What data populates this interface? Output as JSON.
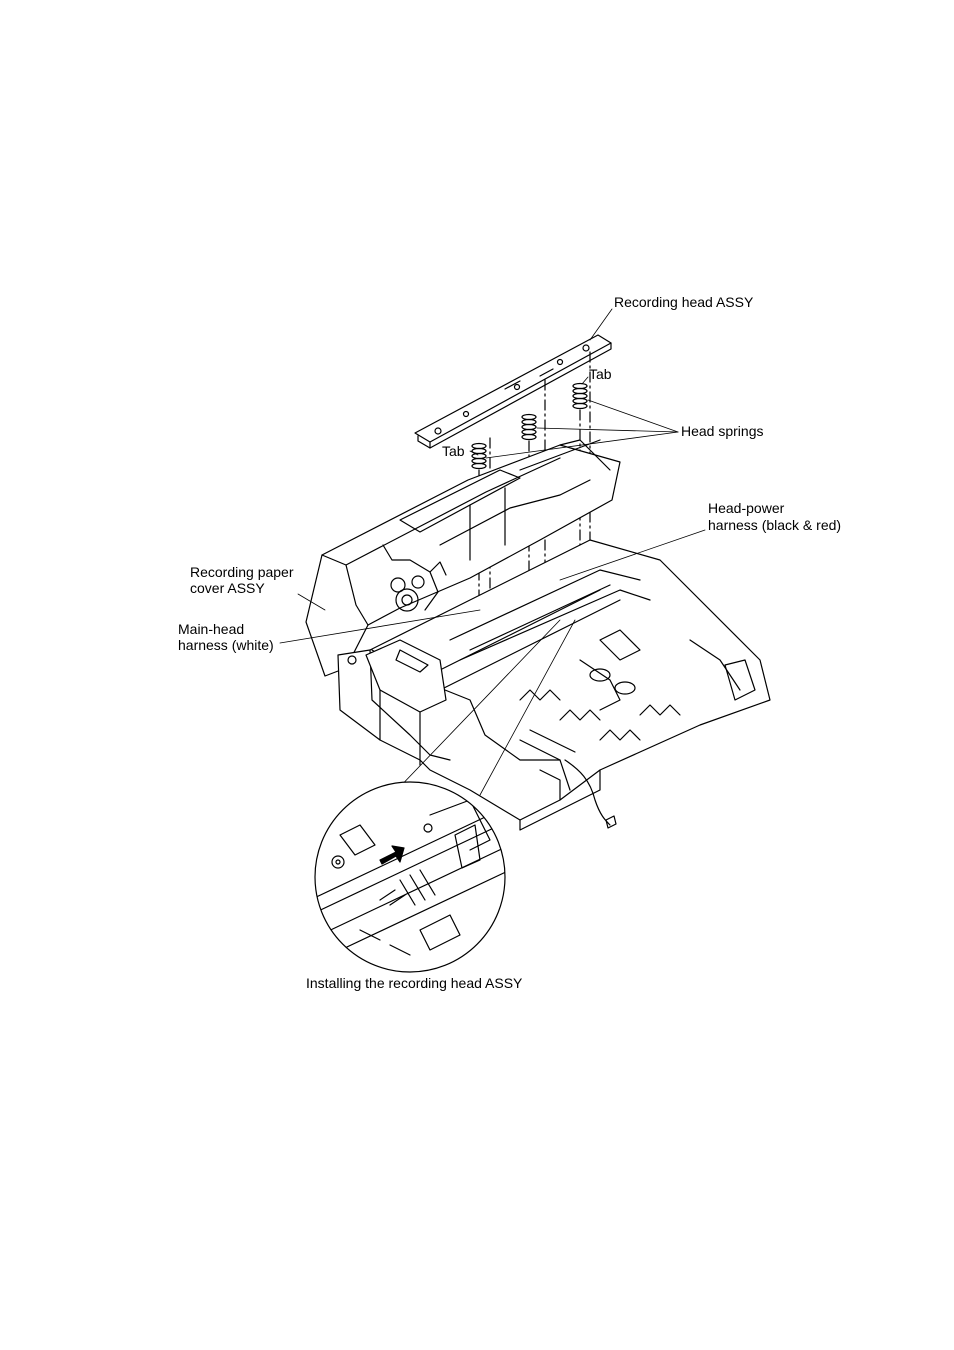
{
  "figure": {
    "labels": {
      "recording_head_assy": "Recording head ASSY",
      "tab_right": "Tab",
      "tab_left": "Tab",
      "head_springs": "Head springs",
      "head_power_line1": "Head-power",
      "head_power_line2": "harness (black & red)",
      "recording_paper_cover_line1": "Recording paper",
      "recording_paper_cover_line2": "cover ASSY",
      "main_head_line1": "Main-head",
      "main_head_line2": "harness (white)"
    },
    "caption": "Installing the recording head ASSY"
  }
}
